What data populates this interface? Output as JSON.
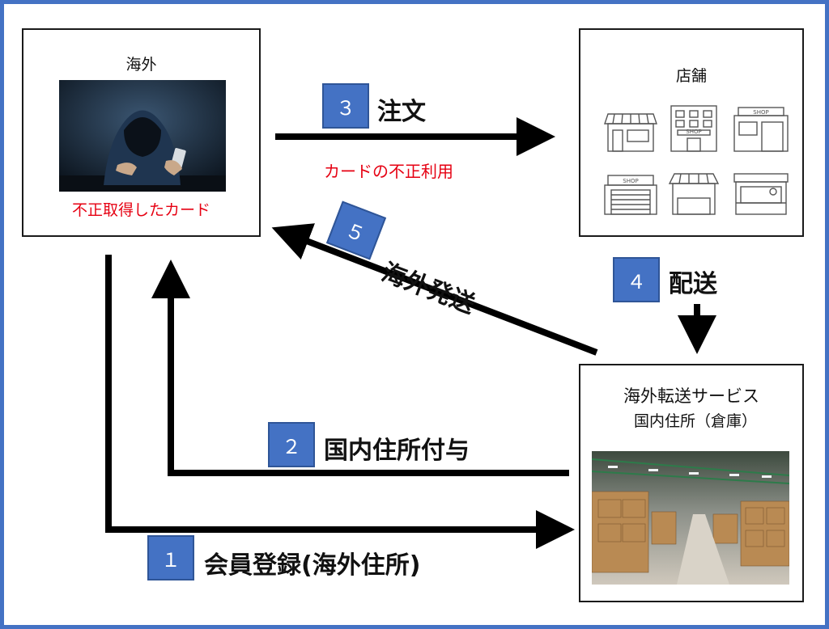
{
  "overseas": {
    "title": "海外",
    "card_caption": "不正取得したカード"
  },
  "store": {
    "title": "店舗",
    "shop_signs": [
      "SHOP",
      "SHOP",
      "SHOP"
    ]
  },
  "forwarding": {
    "title": "海外転送サービス",
    "subtitle": "国内住所（倉庫）"
  },
  "steps": [
    {
      "num": "１",
      "label": "会員登録(海外住所)"
    },
    {
      "num": "２",
      "label": "国内住所付与"
    },
    {
      "num": "３",
      "label": "注文",
      "note": "カードの不正利用"
    },
    {
      "num": "４",
      "label": "配送"
    },
    {
      "num": "５",
      "label": "海外発送"
    }
  ],
  "colors": {
    "frame": "#4472c4",
    "badge": "#4472c4",
    "alert": "#e60012",
    "arrow": "#000000"
  }
}
